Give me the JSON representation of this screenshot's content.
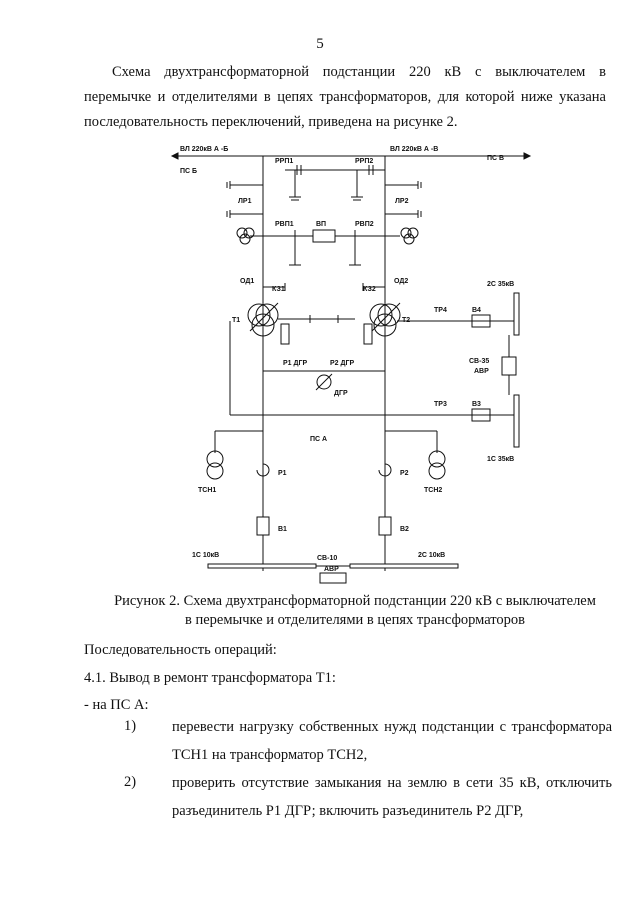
{
  "page_number": "5",
  "intro_lines": [
    "Схема двухтрансформаторной подстанции 220 кВ с выключателем в",
    "перемычке и отделителями в цепях трансформаторов, для которой ниже указана",
    "последовательность переключений, приведена на рисунке 2."
  ],
  "diagram": {
    "labels": {
      "vl_ab": "ВЛ 220кВ А -Б",
      "vl_av": "ВЛ 220кВ А -В",
      "ps_b": "ПС Б",
      "ps_v": "ПС В",
      "rrp1": "РРП1",
      "rrp2": "РРП2",
      "lr1": "ЛР1",
      "lr2": "ЛР2",
      "rvp1": "РВП1",
      "rvp2": "РВП2",
      "vp": "ВП",
      "od1": "ОД1",
      "od2": "ОД2",
      "kz1": "КЗ1",
      "kz2": "КЗ2",
      "t1": "Т1",
      "t2": "Т2",
      "r1dgr": "Р1 ДГР",
      "r2dgr": "Р2 ДГР",
      "dgr": "ДГР",
      "tr4": "ТР4",
      "v4": "В4",
      "tr3": "ТР3",
      "v3": "В3",
      "s2_35": "2С 35кВ",
      "s1_35": "1С 35кВ",
      "sv35": "СВ-35",
      "avr35": "АВР",
      "ps_a": "ПС А",
      "tsn1": "ТСН1",
      "tsn2": "ТСН2",
      "p1": "Р1",
      "p2": "Р2",
      "b1": "В1",
      "b2": "В2",
      "s1_10": "1С 10кВ",
      "s2_10": "2С 10кВ",
      "sv10": "СВ-10",
      "avr10": "АВР"
    }
  },
  "caption_lines": [
    "Рисунок 2. Схема двухтрансформаторной подстанции 220 кВ с выключателем",
    "в перемычке и отделителями в цепях трансформаторов"
  ],
  "seq_heading": "Последовательность операций:",
  "item_41": "4.1. Вывод в ремонт трансформатора Т1:",
  "ps_a_line": "- на ПС А:",
  "steps": [
    {
      "num": "1)",
      "lines": [
        "перевести нагрузку собственных нужд подстанции с трансформатора",
        "ТСН1 на трансформатор ТСН2,"
      ]
    },
    {
      "num": "2)",
      "lines": [
        "проверить отсутствие замыкания на землю в сети 35 кВ, отключить",
        "разъединитель Р1 ДГР; включить разъединитель Р2 ДГР,"
      ]
    }
  ]
}
